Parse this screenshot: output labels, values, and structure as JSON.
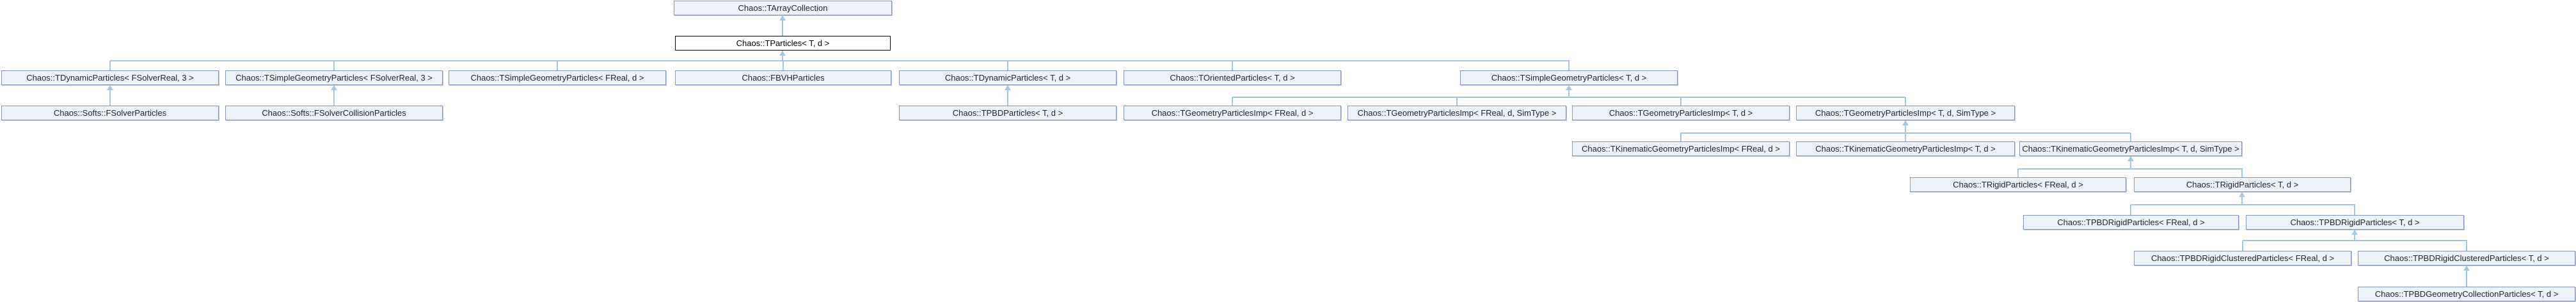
{
  "diagram": {
    "kind": "class-inheritance-graph",
    "colors": {
      "node_fill": "#edf1f8",
      "node_border": "#8795ba",
      "highlight_fill": "#ffffff",
      "highlight_border": "#000000",
      "edge": "#a3c7e0",
      "text": "#22262e",
      "background": "#ffffff"
    },
    "nodes": {
      "tarray_collection": {
        "label": "Chaos::TArrayCollection"
      },
      "tparticles": {
        "label": "Chaos::TParticles< T, d >",
        "highlighted": true
      },
      "tdynamic_fsolverreal3": {
        "label": "Chaos::TDynamicParticles< FSolverReal, 3 >"
      },
      "tsimplegeo_fsolverreal3": {
        "label": "Chaos::TSimpleGeometryParticles< FSolverReal, 3 >"
      },
      "tsimplegeo_freald": {
        "label": "Chaos::TSimpleGeometryParticles< FReal, d >"
      },
      "fbvh": {
        "label": "Chaos::FBVHParticles"
      },
      "tdynamic_td": {
        "label": "Chaos::TDynamicParticles< T, d >"
      },
      "toriented_td": {
        "label": "Chaos::TOrientedParticles< T, d >"
      },
      "tsimplegeo_td": {
        "label": "Chaos::TSimpleGeometryParticles< T, d >"
      },
      "fsolver_particles": {
        "label": "Chaos::Softs::FSolverParticles"
      },
      "fsolver_collision_particles": {
        "label": "Chaos::Softs::FSolverCollisionParticles"
      },
      "tpbd_td": {
        "label": "Chaos::TPBDParticles< T, d >"
      },
      "tgeoimp_freald": {
        "label": "Chaos::TGeometryParticlesImp< FReal, d >"
      },
      "tgeoimp_freald_simtype": {
        "label": "Chaos::TGeometryParticlesImp< FReal, d, SimType >"
      },
      "tgeoimp_td": {
        "label": "Chaos::TGeometryParticlesImp< T, d >"
      },
      "tgeoimp_td_simtype": {
        "label": "Chaos::TGeometryParticlesImp< T, d, SimType >"
      },
      "tkingeoimp_freald": {
        "label": "Chaos::TKinematicGeometryParticlesImp< FReal, d >"
      },
      "tkingeoimp_td": {
        "label": "Chaos::TKinematicGeometryParticlesImp< T, d >"
      },
      "tkingeoimp_td_simtype": {
        "label": "Chaos::TKinematicGeometryParticlesImp< T, d, SimType >"
      },
      "trigid_freald": {
        "label": "Chaos::TRigidParticles< FReal, d >"
      },
      "trigid_td": {
        "label": "Chaos::TRigidParticles< T, d >"
      },
      "tpbdrigid_freald": {
        "label": "Chaos::TPBDRigidParticles< FReal, d >"
      },
      "tpbdrigid_td": {
        "label": "Chaos::TPBDRigidParticles< T, d >"
      },
      "tpbdrigidclustered_freald": {
        "label": "Chaos::TPBDRigidClusteredParticles< FReal, d >"
      },
      "tpbdrigidclustered_td": {
        "label": "Chaos::TPBDRigidClusteredParticles< T, d >"
      },
      "tpbdgeocollection_td": {
        "label": "Chaos::TPBDGeometryCollectionParticles< T, d >"
      }
    }
  }
}
